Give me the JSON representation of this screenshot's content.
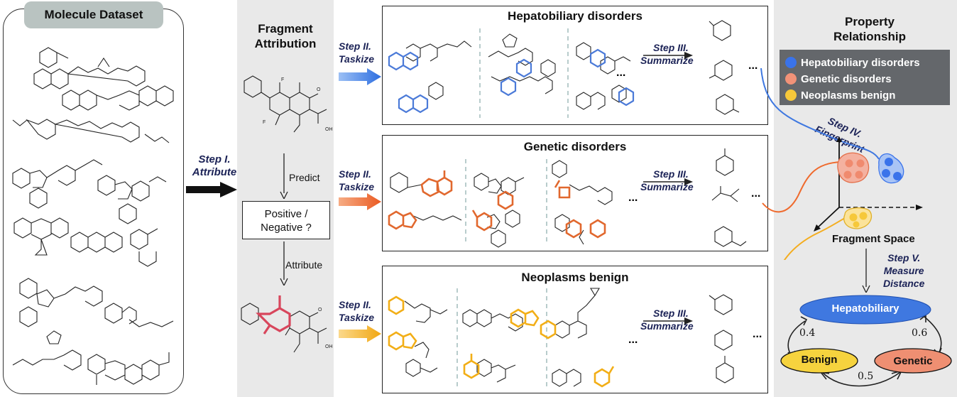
{
  "dataset": {
    "title": "Molecule Dataset"
  },
  "attribution": {
    "title_line1": "Fragment",
    "title_line2": "Attribution",
    "predict_label": "Predict",
    "decision_line1": "Positive /",
    "decision_line2": "Negative ?",
    "attribute_label": "Attribute"
  },
  "steps": {
    "step1_line1": "Step I.",
    "step1_line2": "Attribute",
    "step2_line1": "Step II.",
    "step2_line2": "Taskize",
    "step3_line1": "Step III.",
    "step3_line2": "Summarize",
    "step4_line1": "Step IV.",
    "step4_line2": "Fingerprint",
    "step5_line1": "Step V.",
    "step5_line2": "Measure",
    "step5_line3": "Distance"
  },
  "tasks": [
    {
      "title": "Hepatobiliary disorders",
      "color": "#3f78e0",
      "ellipsis": "..."
    },
    {
      "title": "Genetic disorders",
      "color": "#ef6a2d",
      "ellipsis": "..."
    },
    {
      "title": "Neoplasms benign",
      "color": "#f4ad1f",
      "ellipsis": "..."
    }
  ],
  "property": {
    "title_line1": "Property",
    "title_line2": "Relationship",
    "legend": [
      {
        "label": "Hepatobiliary disorders",
        "color": "#3a73ea"
      },
      {
        "label": "Genetic disorders",
        "color": "#f29278"
      },
      {
        "label": "Neoplasms benign",
        "color": "#f6c83a"
      }
    ],
    "fragment_space_label": "Fragment Space",
    "nodes": {
      "hepatobiliary": "Hepatobiliary",
      "benign": "Benign",
      "genetic": "Genetic"
    },
    "distances": {
      "hep_benign": "0.4",
      "hep_genetic": "0.6",
      "benign_genetic": "0.5"
    }
  }
}
